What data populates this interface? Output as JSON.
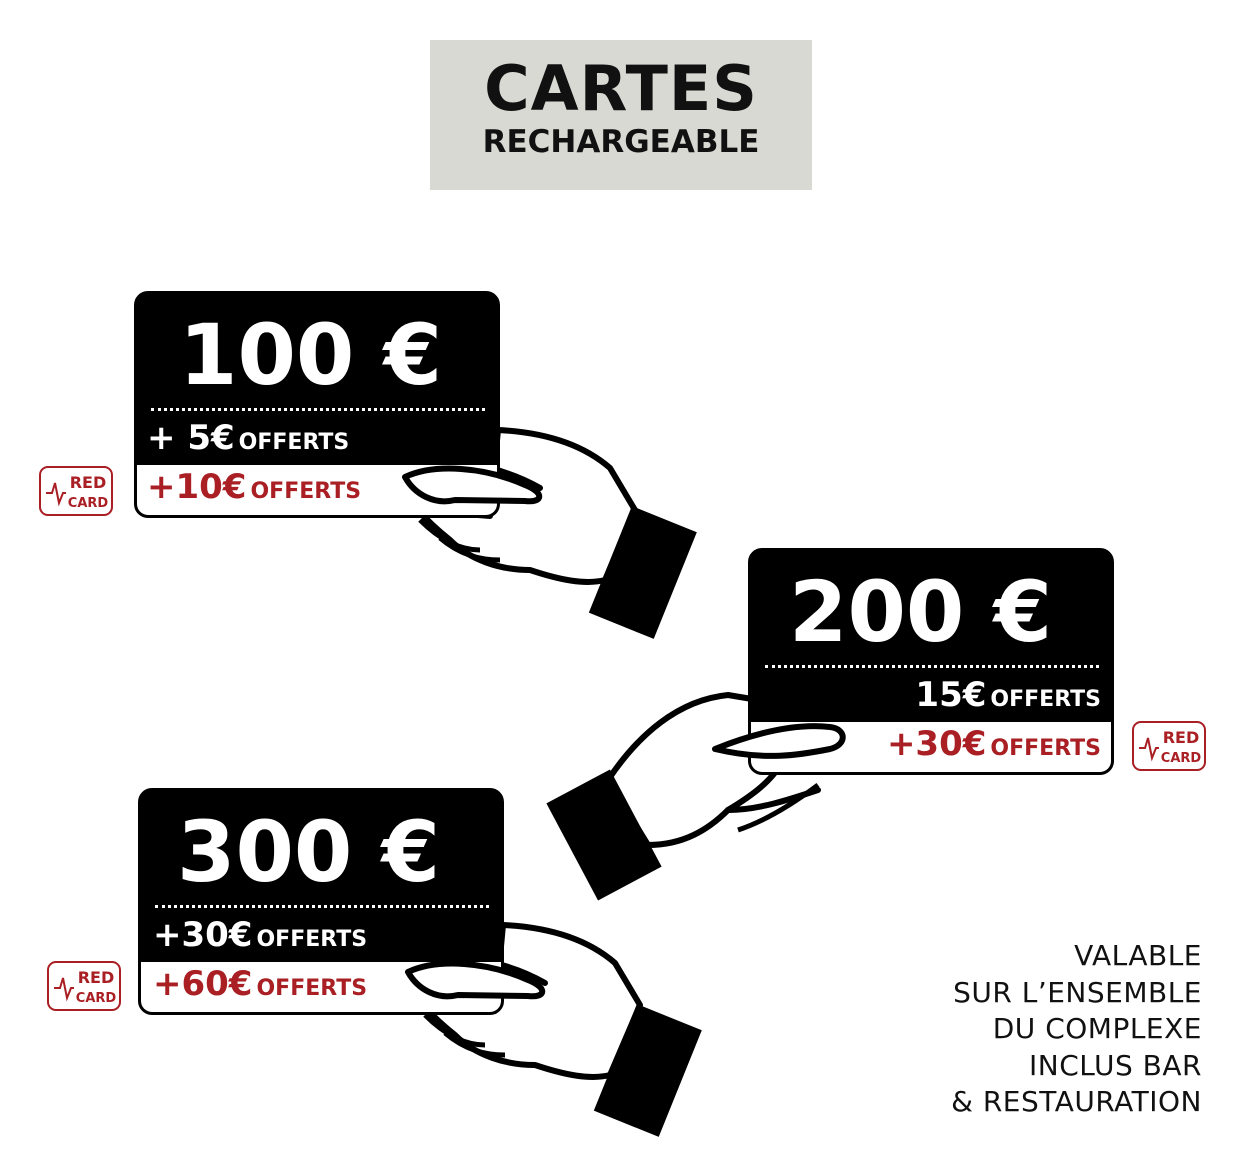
{
  "header": {
    "title": "CARTES",
    "subtitle": "RECHARGEABLE"
  },
  "cards": [
    {
      "amount": "100 €",
      "bonus_prefix": "+ ",
      "bonus_value": "5€",
      "bonus_suffix": "OFFERTS",
      "red_value": "+10€",
      "red_suffix": "OFFERTS",
      "badge": "red-card-logo"
    },
    {
      "amount": "200 €",
      "bonus_prefix": "",
      "bonus_value": "15€",
      "bonus_suffix": "OFFERTS",
      "red_value": "+30€",
      "red_suffix": "OFFERTS",
      "badge": "red-card-logo"
    },
    {
      "amount": "300 €",
      "bonus_prefix": "",
      "bonus_value": "+30€",
      "bonus_suffix": "OFFERTS",
      "red_value": "+60€",
      "red_suffix": "OFFERTS",
      "badge": "red-card-logo"
    }
  ],
  "badge": {
    "top": "RED",
    "bottom": "CARD",
    "color": "#a91f24"
  },
  "tagline": [
    "VALABLE",
    "SUR L’ENSEMBLE",
    "DU COMPLEXE",
    "INCLUS BAR",
    "& RESTAURATION"
  ],
  "colors": {
    "accent": "#a91f24",
    "header_bg": "#d9d9d4",
    "card_bg": "#000000"
  }
}
